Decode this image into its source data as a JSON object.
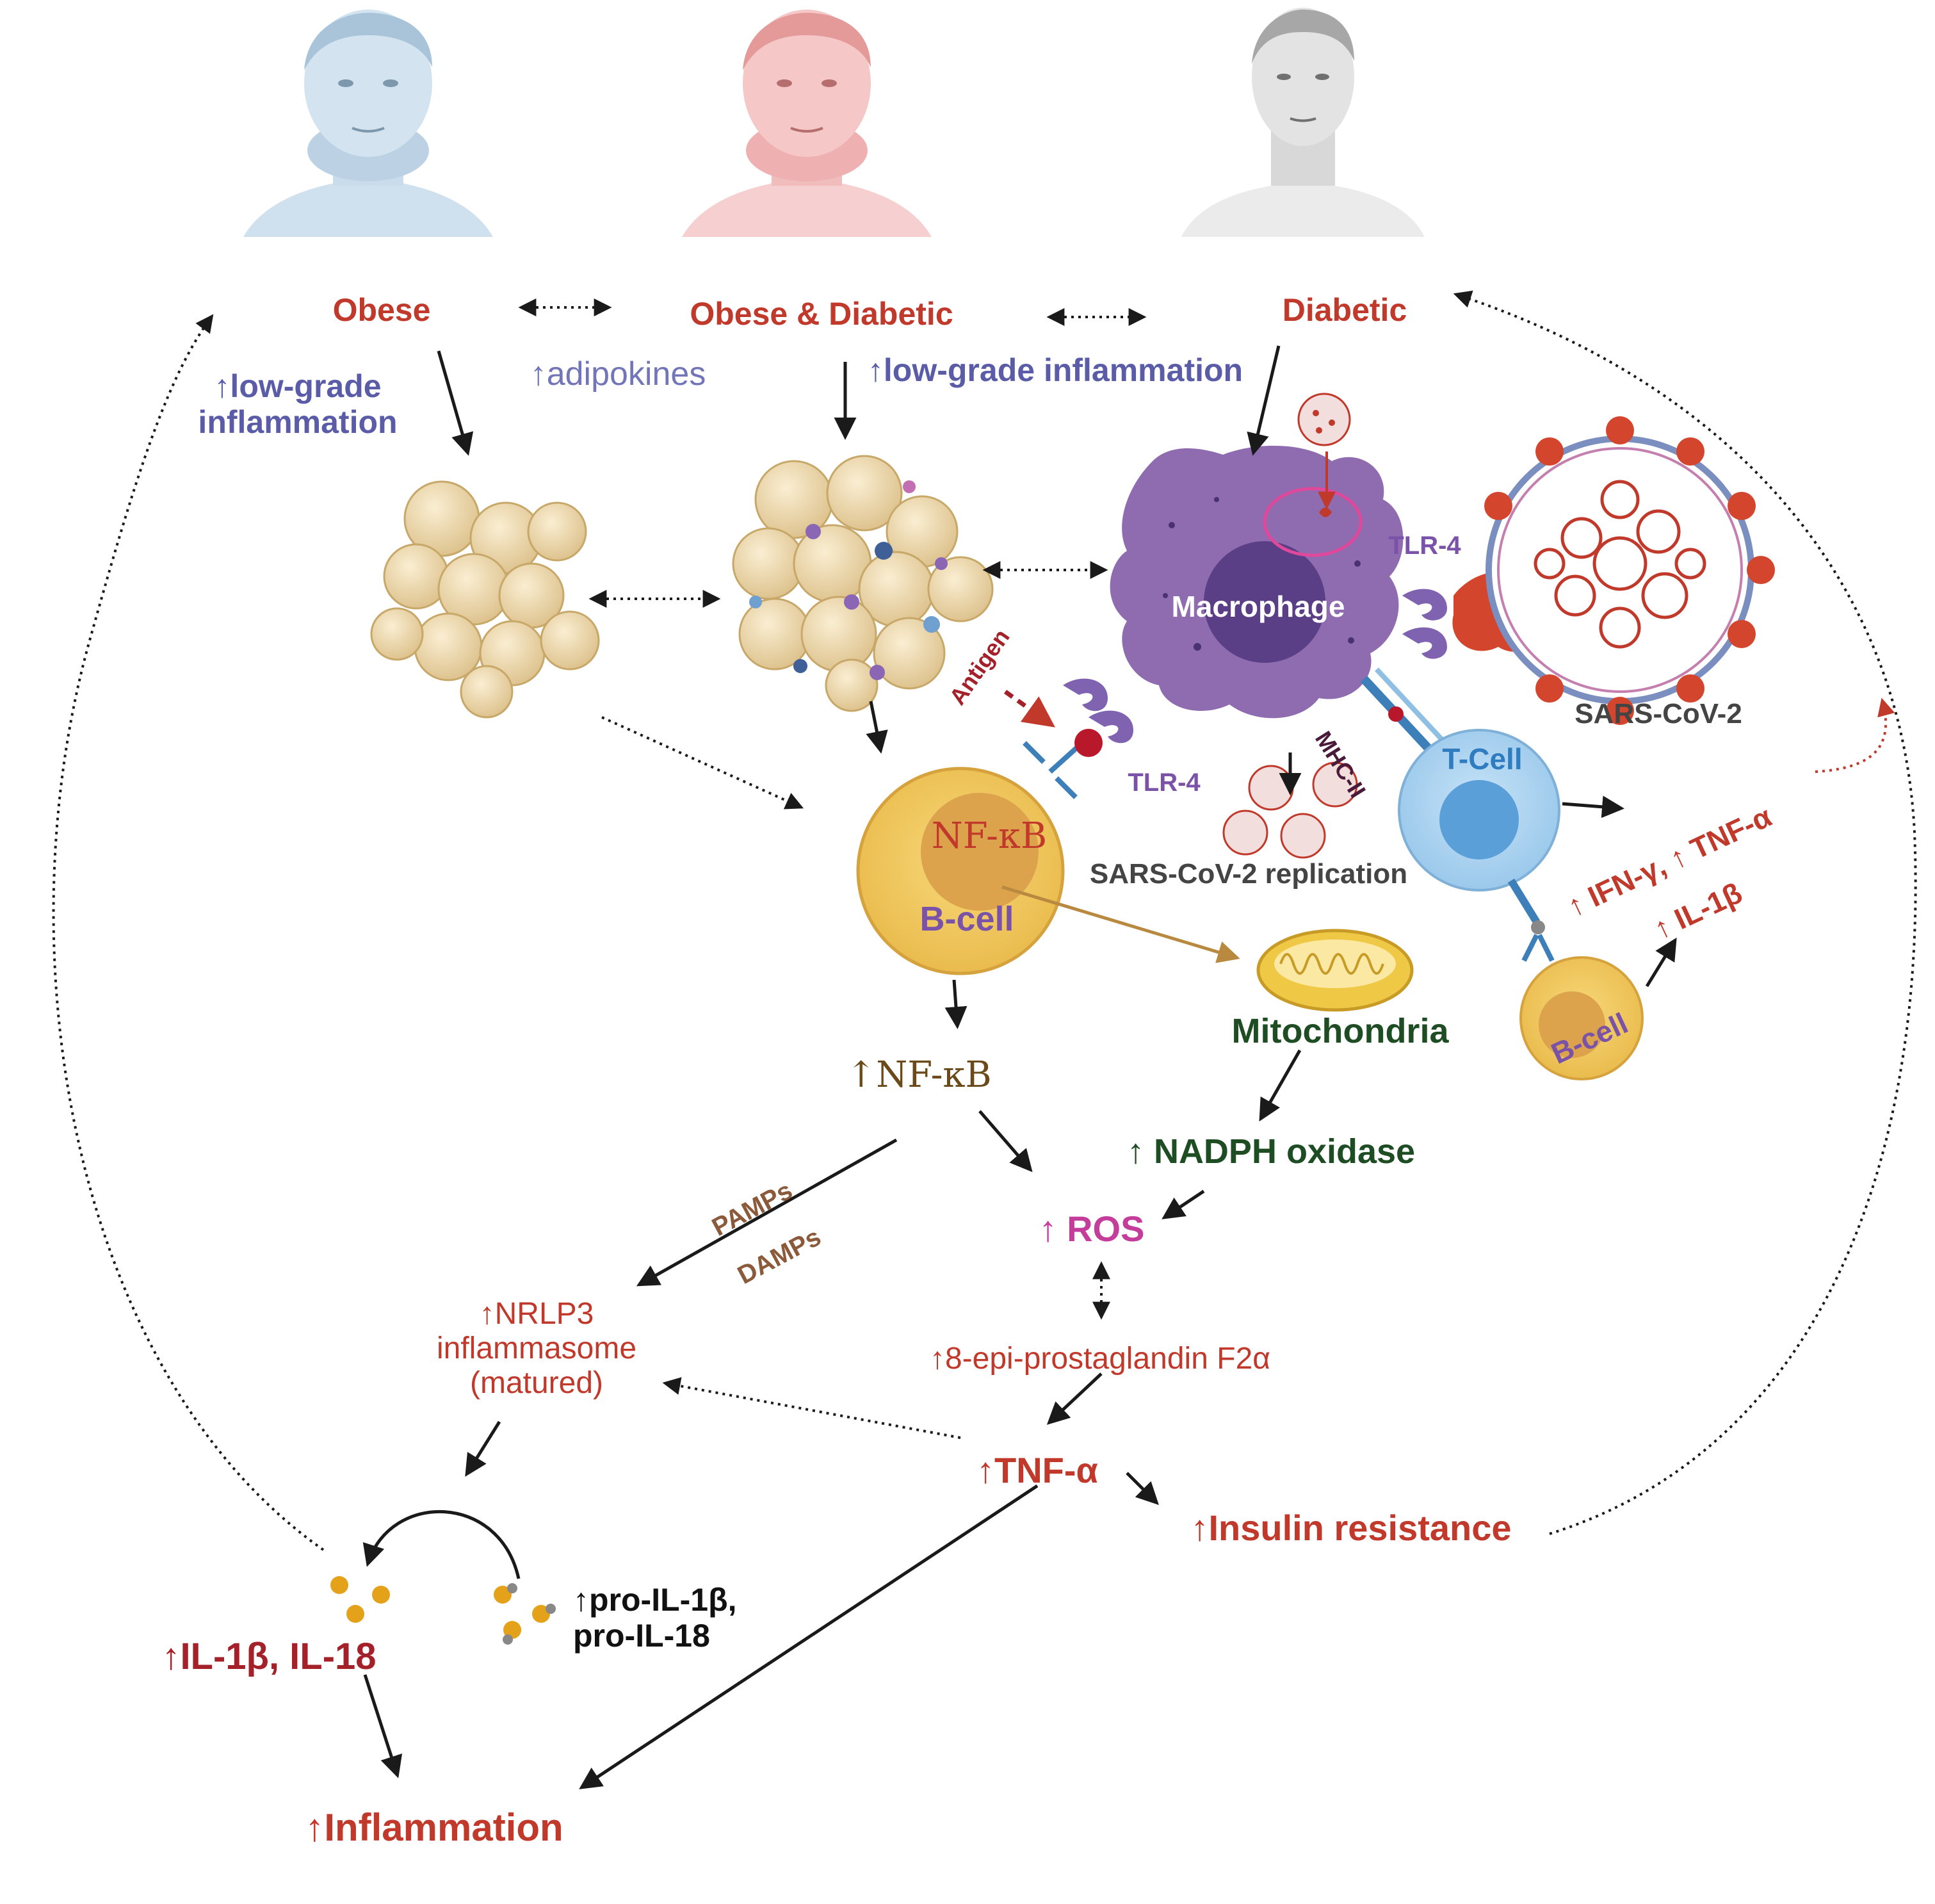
{
  "people": {
    "obese": "Obese",
    "obese_diabetic": "Obese & Diabetic",
    "diabetic": "Diabetic"
  },
  "labels": {
    "low_grade_inflammation_1": "↑low-grade\ninflammation",
    "adipokines": "↑adipokines",
    "low_grade_inflammation_2": "↑low-grade inflammation",
    "macrophage": "Macrophage",
    "tlr4_top": "TLR-4",
    "tlr4_bottom": "TLR-4",
    "antigen": "Antigen",
    "mhc_ii": "MHC-II",
    "sars_cov_2": "SARS-CoV-2",
    "sars_replication": "SARS-CoV-2 replication",
    "t_cell": "T-Cell",
    "nfkb_in_cell": "NF-κB",
    "b_cell_main": "B-cell",
    "b_cell_small": "B-cell",
    "ifn_tnf": "↑ IFN-γ, ↑ TNF-α",
    "il1b_small": "↑ IL-1β",
    "mitochondria": "Mitochondria",
    "nfkb_up": "↑NF-κB",
    "nadph": "↑ NADPH oxidase",
    "ros": "↑ ROS",
    "pamps": "PAMPs",
    "damps": "DAMPs",
    "nlrp3": "↑NRLP3\ninflammasome\n(matured)",
    "prostaglandin": "↑8-epi-prostaglandin F2α",
    "tnf": "↑TNF-α",
    "insulin": "↑Insulin resistance",
    "pro_il": "↑pro-IL-1β,\npro-IL-18",
    "il1b_il18": "↑IL-1β, IL-18",
    "inflammation": "↑Inflammation"
  },
  "colors": {
    "red_text": "#c0392b",
    "blue_text": "#5a5ca8",
    "macrophage": "#8f6bb0",
    "adipocyte": "#ecd7a6",
    "b_cell": "#f3c55a",
    "t_cell": "#a9d3f0",
    "virus": "#c0392b"
  }
}
